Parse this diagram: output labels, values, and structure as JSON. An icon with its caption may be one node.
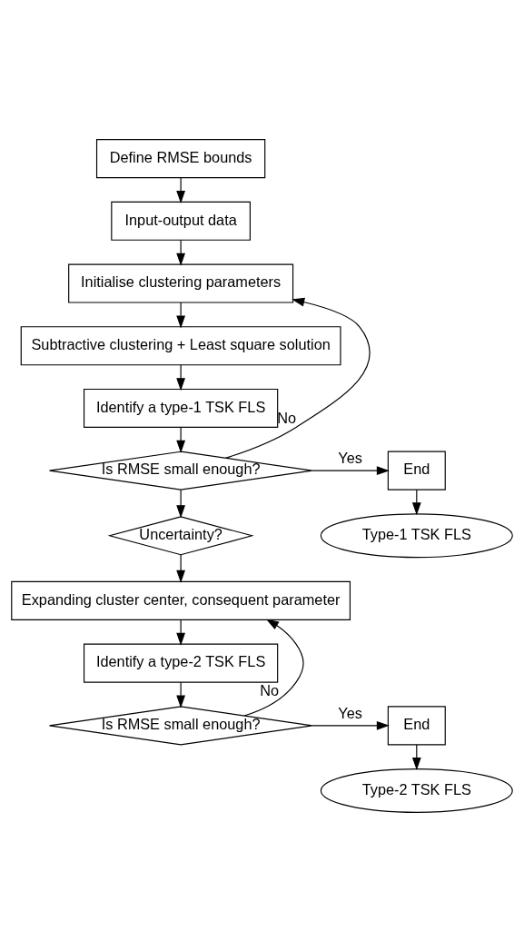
{
  "diagram": {
    "nodes": [
      {
        "text": [
          "Define RMSE bounds"
        ]
      },
      {
        "text": [
          "Input-output data"
        ]
      },
      {
        "text": [
          "Initialise clustering parameters"
        ]
      },
      {
        "text": [
          "Subtractive clustering + Least square solution"
        ]
      },
      {
        "text": [
          "Identify a type-1 TSK FLS"
        ]
      },
      {
        "text": [
          "Is RMSE small enough?"
        ]
      },
      {
        "text": [
          "End"
        ]
      },
      {
        "text": [
          "Type-1 TSK FLS"
        ]
      },
      {
        "text": [
          "Uncertainty?"
        ]
      },
      {
        "text": [
          "Expanding cluster center, consequent parameter"
        ]
      },
      {
        "text": [
          "Identify a type-2 TSK FLS"
        ]
      },
      {
        "text": [
          "Is RMSE small enough?"
        ]
      },
      {
        "text": [
          "End"
        ]
      },
      {
        "text": [
          "Type-2 TSK FLS"
        ]
      }
    ],
    "edges": [
      {
        "from": 0,
        "to": 1,
        "arrow": "to"
      },
      {
        "from": 1,
        "to": 2,
        "arrow": "to"
      },
      {
        "from": 2,
        "to": 3,
        "arrow": "to"
      },
      {
        "from": 3,
        "to": 4,
        "arrow": "to"
      },
      {
        "from": 4,
        "to": 5,
        "arrow": "to"
      },
      {
        "from": 5,
        "to": 6,
        "arrow": "to",
        "label": "Yes"
      },
      {
        "from": 6,
        "to": 7,
        "arrow": "to"
      },
      {
        "from": 5,
        "to": 8,
        "arrow": "to"
      },
      {
        "from": 8,
        "to": 9,
        "arrow": "to"
      },
      {
        "from": 9,
        "to": 10,
        "arrow": "to"
      },
      {
        "from": 10,
        "to": 11,
        "arrow": "to"
      },
      {
        "from": 11,
        "to": 12,
        "arrow": "to",
        "label": "Yes"
      },
      {
        "from": 12,
        "to": 13,
        "arrow": "to"
      },
      {
        "from": 5,
        "to": 2,
        "arrow": "to",
        "label": "No"
      },
      {
        "from": 11,
        "to": 9,
        "arrow": "to",
        "label": "No"
      }
    ]
  }
}
